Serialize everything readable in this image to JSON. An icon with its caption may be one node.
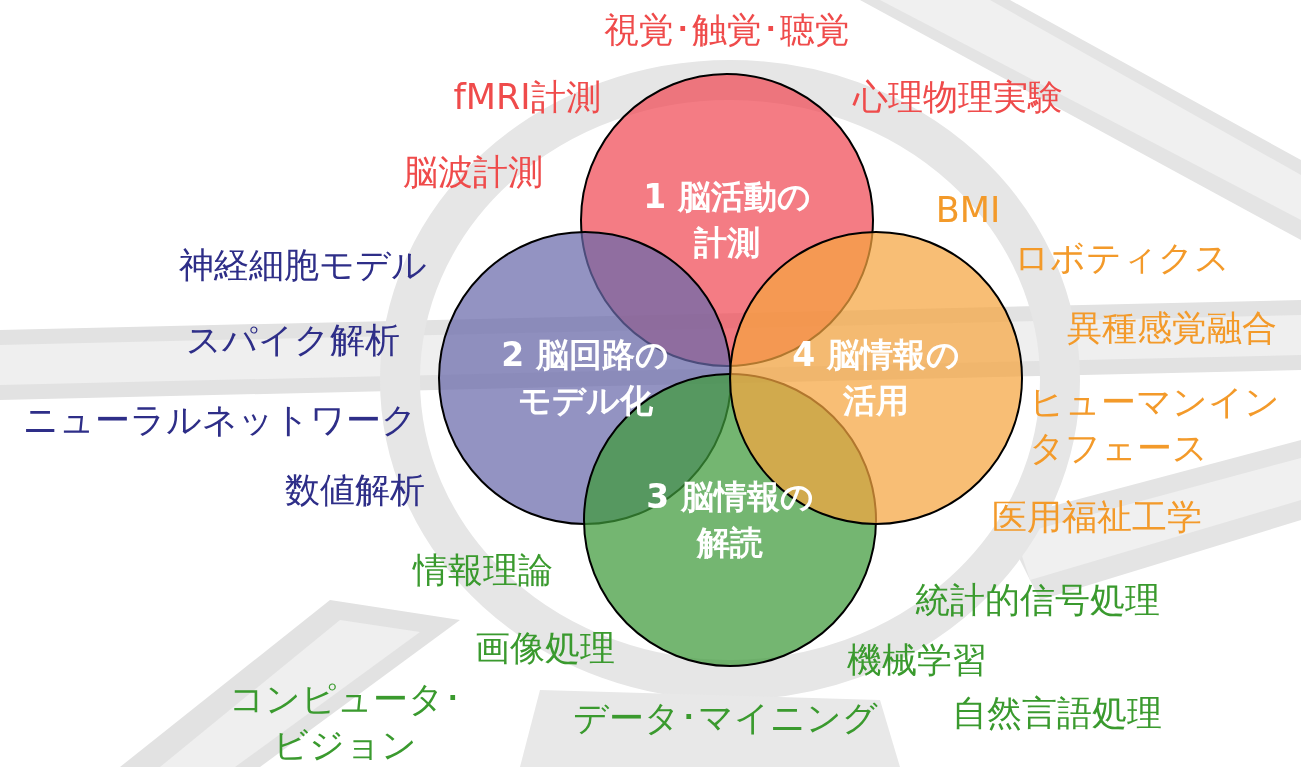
{
  "diagram": {
    "nodes": [
      {
        "text": [
          "1 脳活動の計測"
        ]
      },
      {
        "text": [
          "2 脳回路のモデル化"
        ]
      },
      {
        "text": [
          "3 脳情報の解読"
        ]
      },
      {
        "text": [
          "4 脳情報の活用"
        ]
      }
    ],
    "labels": [
      "視覚･触覚･聴覚",
      "fMRI計測",
      "心理物理実験",
      "脳波計測",
      "BMI",
      "ロボティクス",
      "神経細胞モデル",
      "異種感覚融合",
      "スパイク解析",
      "ヒューマンインタフェース",
      "ニューラルネットワーク",
      "数値解析",
      "医用福祉工学",
      "情報理論",
      "統計的信号処理",
      "画像処理",
      "機械学習",
      "コンピュータ･ビジョン",
      "データ･マイニング",
      "自然言語処理"
    ]
  }
}
